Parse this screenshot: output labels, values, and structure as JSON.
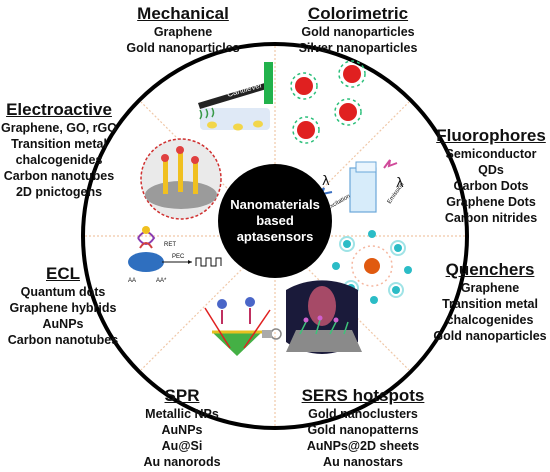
{
  "center": {
    "lines": [
      "Nanomaterials",
      "based",
      "aptasensors"
    ]
  },
  "sections": {
    "mechanical": {
      "title": "Mechanical",
      "items": [
        "Graphene",
        "Gold nanoparticles"
      ]
    },
    "colorimetric": {
      "title": "Colorimetric",
      "items": [
        "Gold nanoparticles",
        "Silver nanoparticles"
      ]
    },
    "electroactive": {
      "title": "Electroactive",
      "items": [
        "Graphene, GO, rGO",
        "Transition metal",
        "chalcogenides",
        "Carbon nanotubes",
        "2D pnictogens"
      ]
    },
    "fluorophores": {
      "title": "Fluorophores",
      "items": [
        "Semiconductor QDs",
        "Carbon Dots",
        "Graphene Dots",
        "Carbon nitrides"
      ]
    },
    "ecl": {
      "title": "ECL",
      "items": [
        "Quantum dots",
        "Graphene hybrids",
        "AuNPs",
        "Carbon nanotubes"
      ]
    },
    "quenchers": {
      "title": "Quenchers",
      "items": [
        "Graphene",
        "Transition metal",
        "chalcogenides",
        "Gold nanoparticles"
      ]
    },
    "spr": {
      "title": "SPR",
      "items": [
        "Metallic NPs",
        "AuNPs",
        "Au@Si",
        "Au nanorods"
      ]
    },
    "sers": {
      "title": "SERS hotspots",
      "items": [
        "Gold nanoclusters",
        "Gold nanopatterns",
        "AuNPs@2D sheets",
        "Au nanostars"
      ]
    }
  },
  "illustration_labels": {
    "cantilever": "Cantilever",
    "excitation": "Excitation",
    "emission": "Emission",
    "lambda": "λ",
    "ret": "RET",
    "pec": "PEC",
    "aa": "AA",
    "aa_star": "AA*"
  },
  "colors": {
    "ring": "#000000",
    "divider": "#f0c8a8",
    "center_fill": "#000000",
    "gold_np": "#e8c040",
    "red_np": "#e02020",
    "cantilever_green": "#22b24c"
  }
}
